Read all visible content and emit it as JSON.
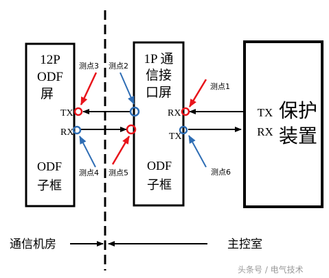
{
  "boxes": {
    "odf_12p": {
      "line1": "12P",
      "line2": "ODF",
      "line3": "屏",
      "sub1": "ODF",
      "sub2": "子框"
    },
    "comm_1p": {
      "line1": "1P 通",
      "line2": "信接",
      "line3": "口屏",
      "sub1": "ODF",
      "sub2": "子框"
    },
    "protection": {
      "label1": "保护",
      "label2": "装置",
      "tx": "TX",
      "rx": "RX"
    }
  },
  "ports": {
    "odf_tx": "TX",
    "odf_rx": "RX",
    "comm_rx": "RX",
    "comm_tx": "TX"
  },
  "test_points": {
    "p1": "测点1",
    "p2": "测点2",
    "p3": "测点3",
    "p4": "测点4",
    "p5": "测点5",
    "p6": "测点6"
  },
  "bottom": {
    "left": "通信机房",
    "right": "主控室"
  },
  "watermark": "头条号 / 电气技术",
  "colors": {
    "red": "#e8141b",
    "blue": "#2e6db4",
    "black": "#000000"
  }
}
